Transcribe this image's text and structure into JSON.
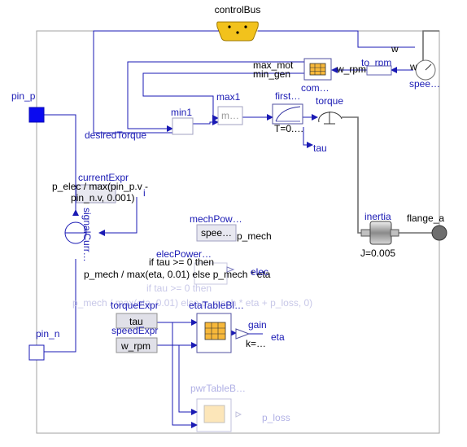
{
  "control_bus": {
    "label": "controlBus"
  },
  "pins": {
    "pin_p": "pin_p",
    "pin_n": "pin_n",
    "flange": "flange_a"
  },
  "blocks": {
    "combi_table": {
      "name": "com…"
    },
    "to_rpm": {
      "name": "to_rpm",
      "input": "w_rpm"
    },
    "speed_sensor": {
      "name": "spee…",
      "signal": "w"
    },
    "w_top": "w",
    "min_gen": "min_gen",
    "max_mot": "max_mot",
    "max1": {
      "name": "max1",
      "body": "m…"
    },
    "min1": {
      "name": "min1"
    },
    "desired_torque": "desiredTorque",
    "first_order": {
      "name": "first…",
      "param": "T=0.…"
    },
    "torque": {
      "name": "torque",
      "output": "tau"
    },
    "current_expr": {
      "name": "currentExpr",
      "expr_line1": "p_elec / max(pin_p.v -",
      "expr_line2": "pin_n.v, 0.001)",
      "tick": "i"
    },
    "signal_current": {
      "name": "signalCurr…"
    },
    "mech_power": {
      "name": "mechPow…",
      "body": "spee…",
      "output": "p_mech"
    },
    "elec_power": {
      "name": "elecPower…",
      "expr_line1": "if tau >= 0 then",
      "expr_line2": "p_mech / max(eta, 0.01) else p_mech * eta",
      "ghost_line": "if tau >= 0 then",
      "ghost_output": "elec"
    },
    "ghost_expr": "p_mech / max(eta, 0.01) else p_mech * eta + p_loss, 0)",
    "torque_expr": {
      "name": "torqueExpr",
      "value": "tau"
    },
    "speed_expr": {
      "name": "speedExpr",
      "value": "w_rpm"
    },
    "eta_table": {
      "name": "etaTableBl…"
    },
    "gain": {
      "name": "gain",
      "param": "k=…",
      "output": "eta"
    },
    "pwr_table": {
      "name": "pwrTableB…",
      "output": "p_loss"
    },
    "inertia": {
      "name": "inertia",
      "param": "J=0.005"
    }
  },
  "colors": {
    "connector_blue": "#1a1ab4",
    "bus_yellow": "#f2c21c",
    "frame_grey": "#a0a0a0",
    "mechanical_grey": "#6e6e6e",
    "table_orange": "#f7b83a"
  }
}
